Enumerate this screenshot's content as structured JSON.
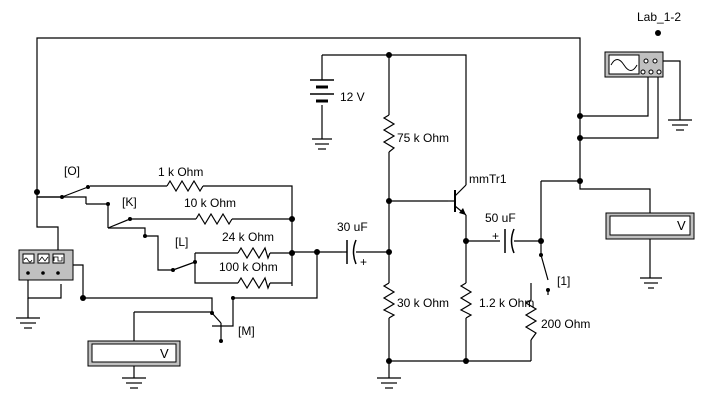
{
  "title": "Lab_1-2",
  "battery": {
    "label": "12 V"
  },
  "resistors": {
    "r1": "1 k Ohm",
    "r2": "10 k Ohm",
    "r3": "24 k Ohm",
    "r4": "100 k Ohm",
    "rb1": "75 k Ohm",
    "rb2": "30 k Ohm",
    "re": "1.2 k Ohm",
    "rl": "200  Ohm"
  },
  "capacitors": {
    "c1": "30 uF",
    "c2": "50 uF"
  },
  "transistor": {
    "label": "mmTr1"
  },
  "switches": {
    "o": "[O]",
    "k": "[K]",
    "l": "[L]",
    "m": "[M]",
    "one": "[1]"
  },
  "voltmeters": {
    "left": "V",
    "right": "V"
  }
}
